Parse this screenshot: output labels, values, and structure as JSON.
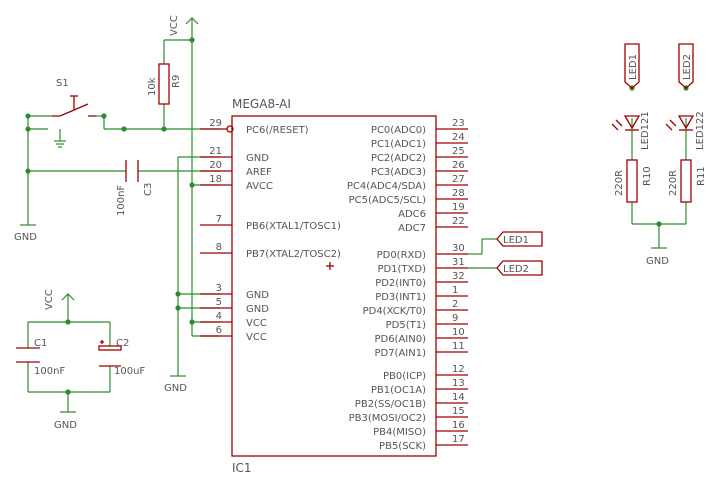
{
  "ic1": {
    "name": "IC1",
    "value": "MEGA8-AI",
    "pins_left": [
      {
        "num": "29",
        "label": "PC6(/RESET)"
      },
      {
        "num": "21",
        "label": "GND"
      },
      {
        "num": "20",
        "label": "AREF"
      },
      {
        "num": "18",
        "label": "AVCC"
      },
      {
        "num": "7",
        "label": "PB6(XTAL1/TOSC1)"
      },
      {
        "num": "8",
        "label": "PB7(XTAL2/TOSC2)"
      },
      {
        "num": "3",
        "label": "GND"
      },
      {
        "num": "5",
        "label": "GND"
      },
      {
        "num": "4",
        "label": "VCC"
      },
      {
        "num": "6",
        "label": "VCC"
      }
    ],
    "pins_right": [
      {
        "num": "23",
        "label": "PC0(ADC0)"
      },
      {
        "num": "24",
        "label": "PC1(ADC1)"
      },
      {
        "num": "25",
        "label": "PC2(ADC2)"
      },
      {
        "num": "26",
        "label": "PC3(ADC3)"
      },
      {
        "num": "27",
        "label": "PC4(ADC4/SDA)"
      },
      {
        "num": "28",
        "label": "PC5(ADC5/SCL)"
      },
      {
        "num": "19",
        "label": "ADC6"
      },
      {
        "num": "22",
        "label": "ADC7"
      },
      {
        "num": "30",
        "label": "PD0(RXD)"
      },
      {
        "num": "31",
        "label": "PD1(TXD)"
      },
      {
        "num": "32",
        "label": "PD2(INT0)"
      },
      {
        "num": "1",
        "label": "PD3(INT1)"
      },
      {
        "num": "2",
        "label": "PD4(XCK/T0)"
      },
      {
        "num": "9",
        "label": "PD5(T1)"
      },
      {
        "num": "10",
        "label": "PD6(AIN0)"
      },
      {
        "num": "11",
        "label": "PD7(AIN1)"
      },
      {
        "num": "12",
        "label": "PB0(ICP)"
      },
      {
        "num": "13",
        "label": "PB1(OC1A)"
      },
      {
        "num": "14",
        "label": "PB2(SS/OC1B)"
      },
      {
        "num": "15",
        "label": "PB3(MOSI/OC2)"
      },
      {
        "num": "16",
        "label": "PB4(MISO)"
      },
      {
        "num": "17",
        "label": "PB5(SCK)"
      }
    ]
  },
  "labels": {
    "vcc": "VCC",
    "gnd": "GND",
    "s1": "S1",
    "r9_name": "R9",
    "r9_value": "10k",
    "c3_name": "C3",
    "c3_value": "100nF",
    "c1_name": "C1",
    "c1_value": "100nF",
    "c2_name": "C2",
    "c2_value": "100uF",
    "led1_net": "LED1",
    "led2_net": "LED2",
    "led121": "LED121",
    "led122": "LED122",
    "r10_name": "R10",
    "r10_value": "220R",
    "r11_name": "R11",
    "r11_value": "220R"
  }
}
